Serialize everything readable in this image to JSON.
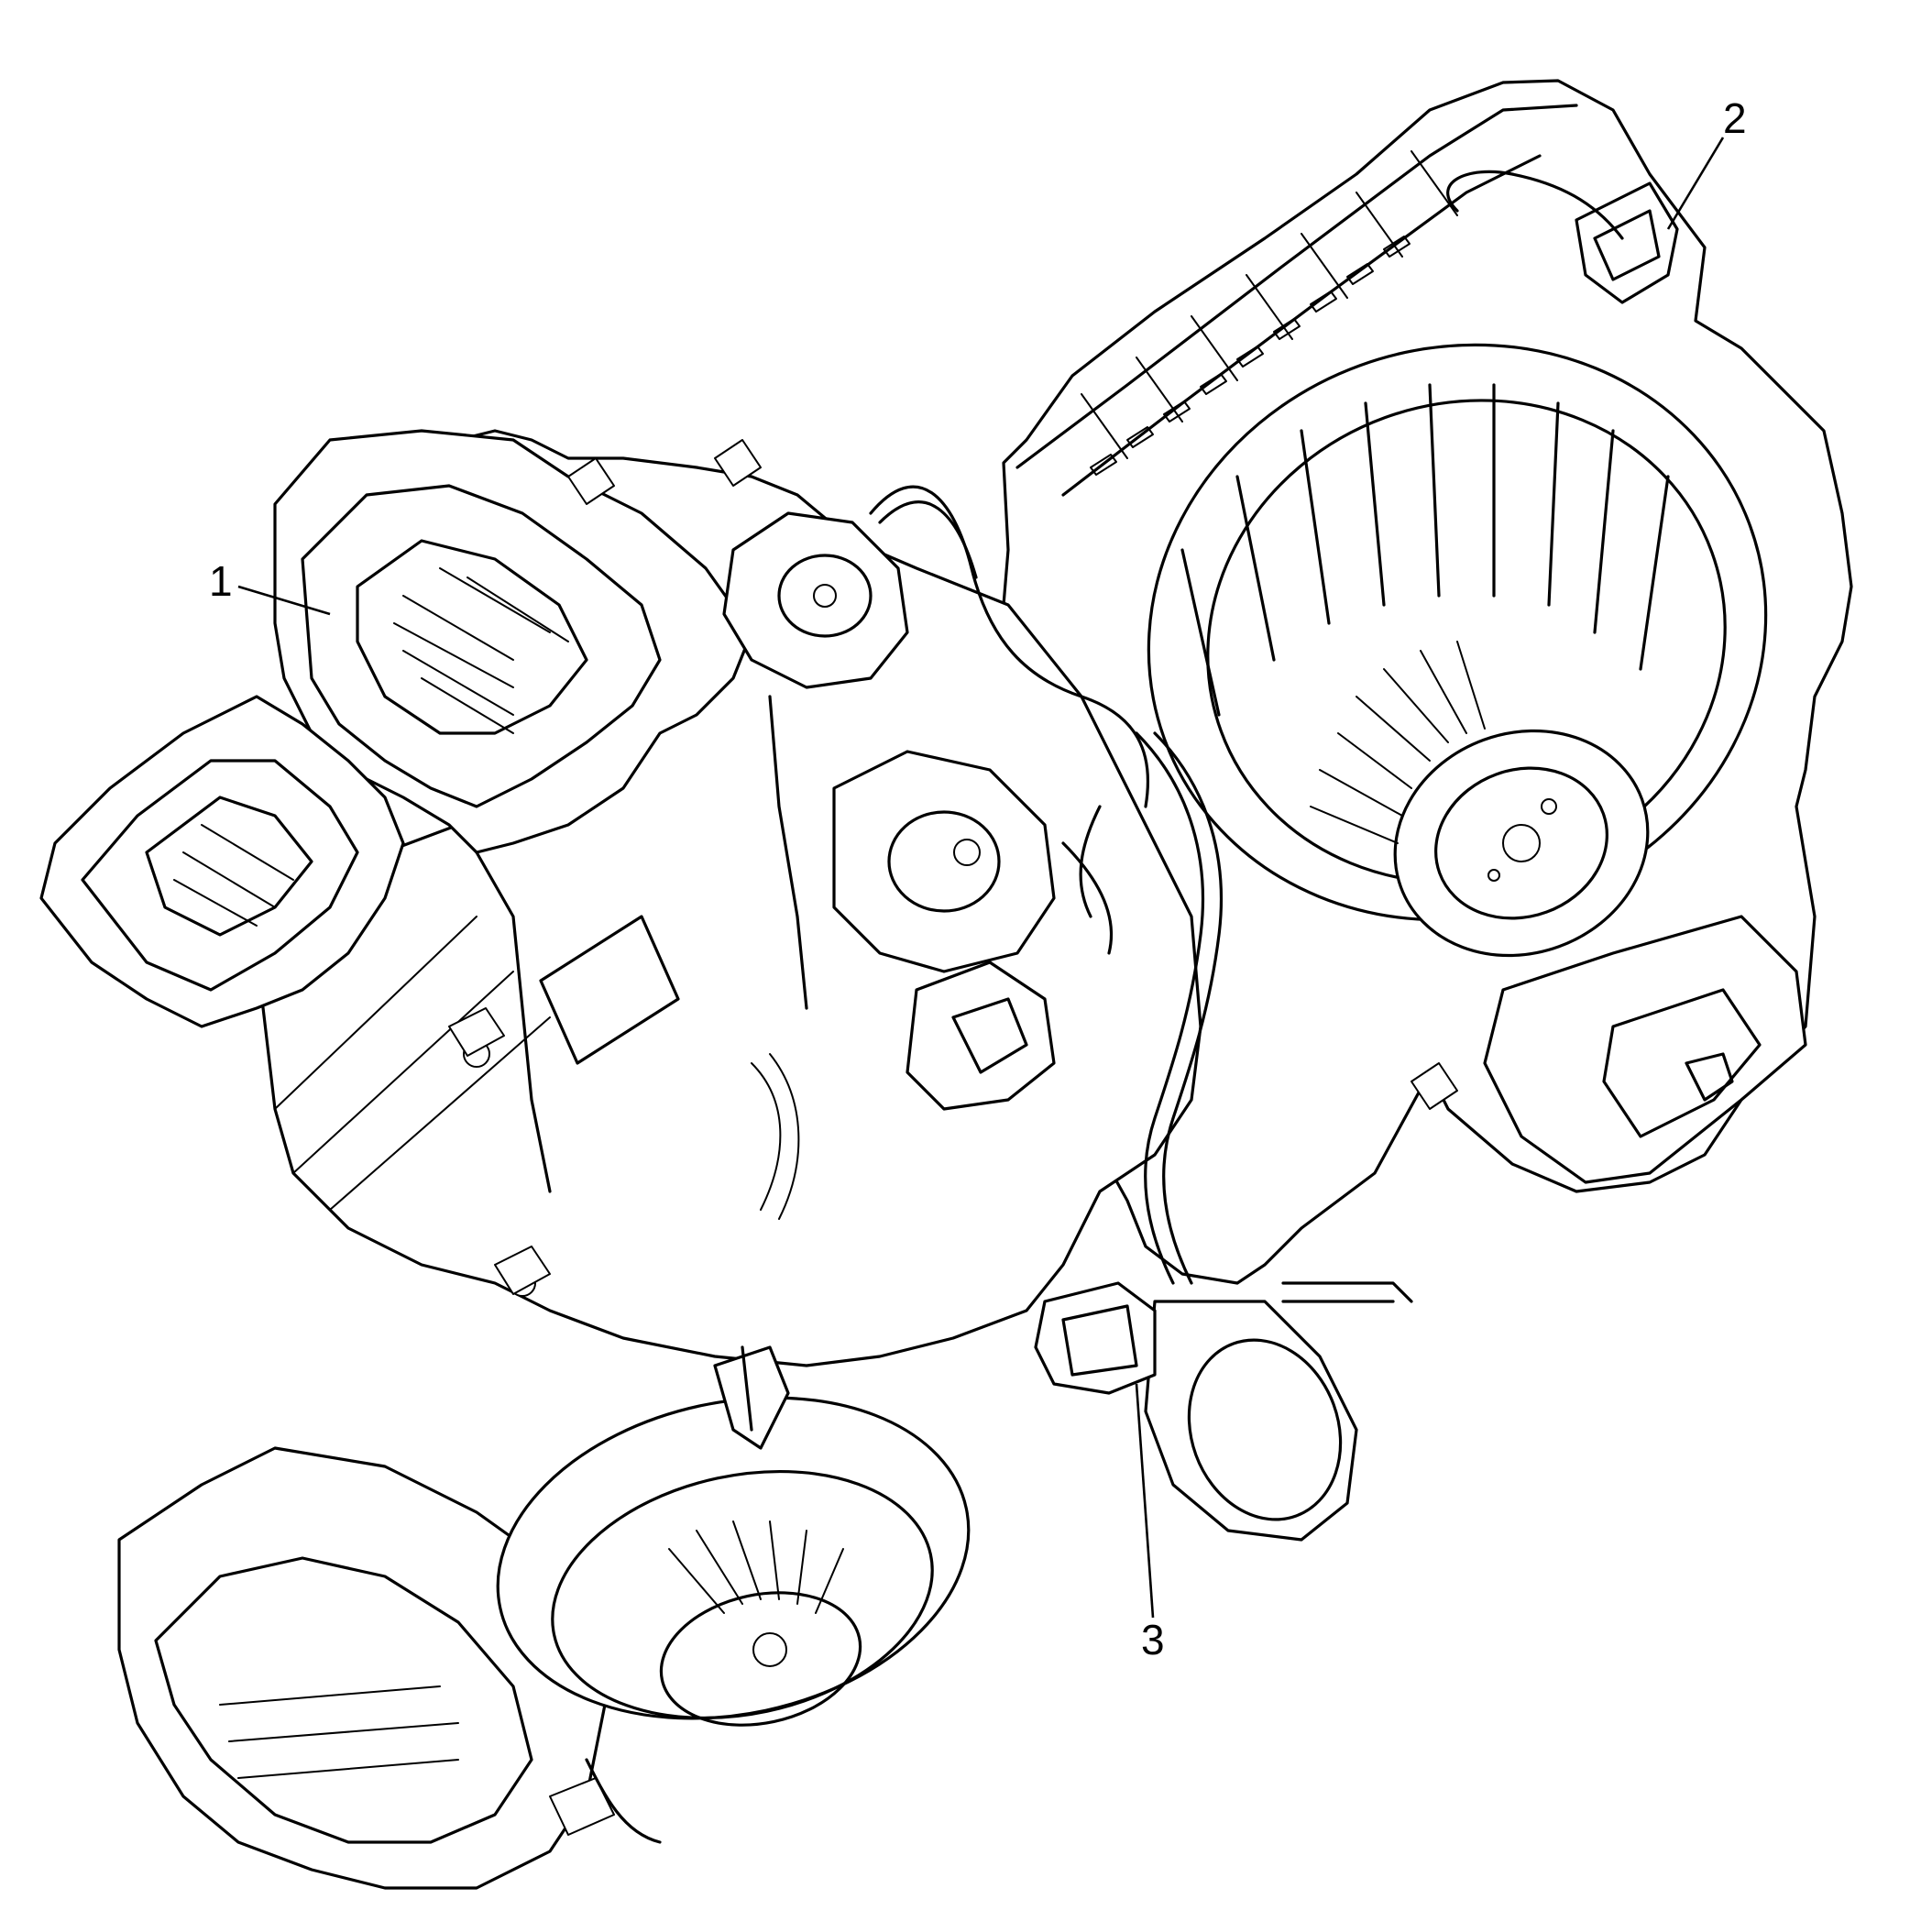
{
  "diagram": {
    "callouts": [
      {
        "id": "callout-1",
        "label": "1"
      },
      {
        "id": "callout-2",
        "label": "2"
      },
      {
        "id": "callout-3",
        "label": "3"
      }
    ]
  },
  "colors": {
    "line": "#000000",
    "background": "#ffffff"
  }
}
